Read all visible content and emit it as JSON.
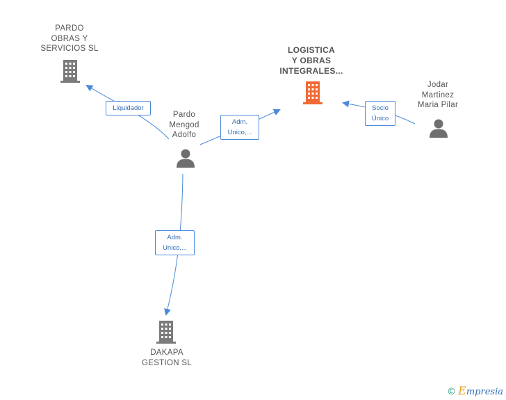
{
  "nodes": {
    "pardo_obras": {
      "lines": [
        "PARDO",
        "OBRAS Y",
        "SERVICIOS  SL"
      ],
      "kind": "company"
    },
    "logistica": {
      "lines": [
        "LOGISTICA",
        "Y OBRAS",
        "INTEGRALES..."
      ],
      "kind": "company-main"
    },
    "jodar": {
      "lines": [
        "Jodar",
        "Martinez",
        "Maria Pilar"
      ],
      "kind": "person"
    },
    "pardo_mengod": {
      "lines": [
        "Pardo",
        "Mengod",
        "Adolfo"
      ],
      "kind": "person"
    },
    "dakapa": {
      "lines": [
        "DAKAPA",
        "GESTION  SL"
      ],
      "kind": "company"
    }
  },
  "edges": {
    "liquidador": {
      "lines": [
        "Liquidador"
      ]
    },
    "adm_logistica": {
      "lines": [
        "Adm.",
        "Unico,..."
      ]
    },
    "socio_unico": {
      "lines": [
        "Socio",
        "Único"
      ]
    },
    "adm_dakapa": {
      "lines": [
        "Adm.",
        "Unico,..."
      ]
    }
  },
  "colors": {
    "company_icon": "#7b7b7b",
    "main_company_icon": "#f06a35",
    "person_icon": "#6f6f6f",
    "edge": "#4a89d8"
  },
  "footer": {
    "copyright": "©",
    "brand_initial": "E",
    "brand_rest": "mpresia"
  }
}
